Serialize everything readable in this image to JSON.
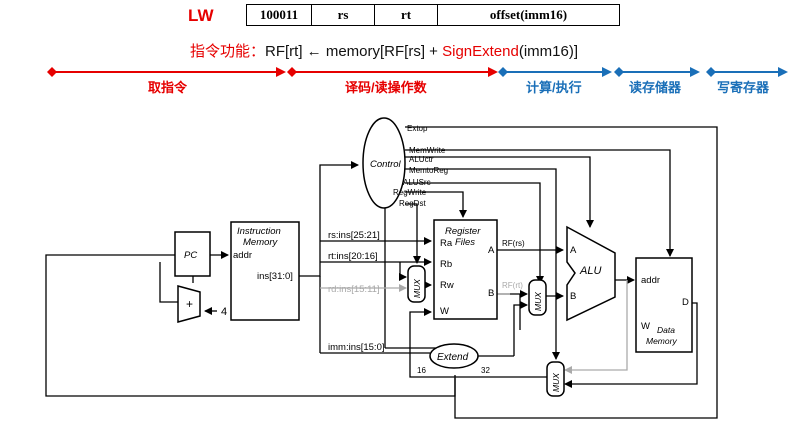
{
  "header": {
    "title": "LW",
    "format": [
      "100011",
      "rs",
      "rt",
      "offset(imm16)"
    ],
    "formula_prefix": "指令功能：",
    "formula_a": "RF[rt] ← memory[RF[rs] + ",
    "formula_func": "SignExtend",
    "formula_b": "(imm16)]"
  },
  "stages": [
    {
      "label": "取指令",
      "color": "#e60000"
    },
    {
      "label": "译码/读操作数",
      "color": "#e60000"
    },
    {
      "label": "计算/执行",
      "color": "#1a6fb8"
    },
    {
      "label": "读存储器",
      "color": "#1a6fb8"
    },
    {
      "label": "写寄存器",
      "color": "#1a6fb8"
    }
  ],
  "diagram": {
    "pc": "PC",
    "adder": "+",
    "four": "4",
    "imem_title1": "Instruction",
    "imem_title2": "Memory",
    "imem_addr": "addr",
    "imem_out": "ins[31:0]",
    "control": "Control",
    "ctrl_signals": [
      "Extop",
      "MemWrite",
      "ALUctr",
      "MemtoReg",
      "ALUSrc",
      "RegWrite",
      "RegDst"
    ],
    "rf_title1": "Register",
    "rf_title2": "Files",
    "rf_ports": [
      "Ra",
      "Rb",
      "Rw",
      "W",
      "A",
      "B"
    ],
    "rs_field": "rs:ins[25:21]",
    "rt_field": "rt:ins[20:16]",
    "rd_field": "rd:ins[15:11]",
    "imm_field": "imm:ins[15:0]",
    "rf_rs": "RF(rs)",
    "rf_rt": "RF(rt)",
    "mux": "MUX",
    "extend": "Extend",
    "ext_in": "16",
    "ext_out": "32",
    "alu": "ALU",
    "alu_a": "A",
    "alu_b": "B",
    "dmem_addr": "addr",
    "dmem_w": "W",
    "dmem_d": "D",
    "dmem_title1": "Data",
    "dmem_title2": "Memory"
  }
}
